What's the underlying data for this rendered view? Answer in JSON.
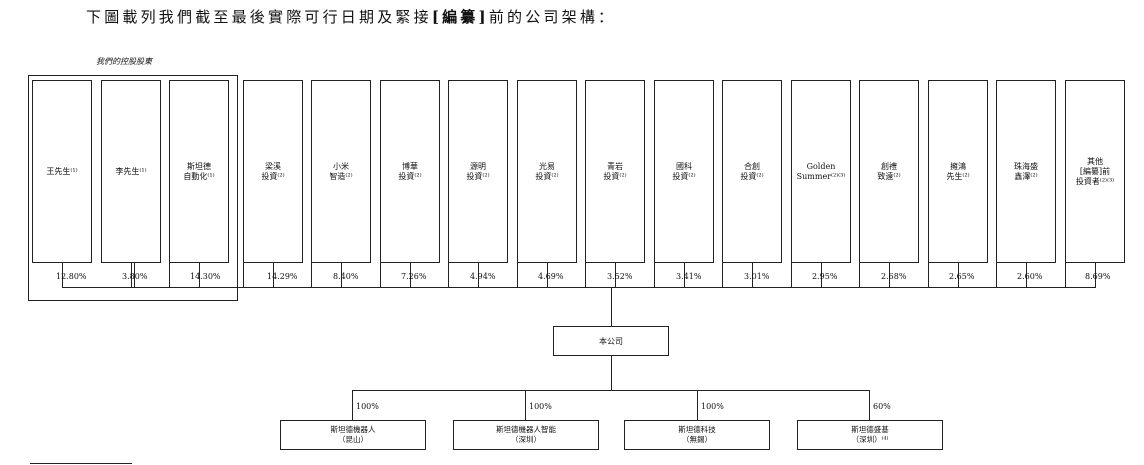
{
  "intro": {
    "before": "下圖載列我們截至最後實際可行日期及緊接",
    "redacted": "[編纂]",
    "after": "前的公司架構："
  },
  "controlling_label": "我們的控股股東",
  "shareholders": [
    {
      "name": "王先生⁽¹⁾",
      "pct": "12.80%"
    },
    {
      "name": "李先生⁽¹⁾",
      "pct": "3.80%"
    },
    {
      "name": "斯坦德\n自動化⁽¹⁾",
      "pct": "14.30%"
    },
    {
      "name": "梁溪\n投資⁽²⁾",
      "pct": "14.29%"
    },
    {
      "name": "小米\n智造⁽²⁾",
      "pct": "8.40%"
    },
    {
      "name": "博華\n投資⁽²⁾",
      "pct": "7.26%"
    },
    {
      "name": "源明\n投資⁽²⁾",
      "pct": "4.94%"
    },
    {
      "name": "光易\n投資⁽²⁾",
      "pct": "4.69%"
    },
    {
      "name": "青岩\n投資⁽²⁾",
      "pct": "3.52%"
    },
    {
      "name": "國科\n投資⁽²⁾",
      "pct": "3.41%"
    },
    {
      "name": "合創\n投資⁽²⁾",
      "pct": "3.01%"
    },
    {
      "name": "Golden\nSummer⁽²⁾⁽³⁾",
      "pct": "2.95%"
    },
    {
      "name": "創禮\n致遠⁽²⁾",
      "pct": "2.68%"
    },
    {
      "name": "擁鴻\n先生⁽²⁾",
      "pct": "2.65%"
    },
    {
      "name": "珠海盛\n鑫澤⁽²⁾",
      "pct": "2.60%"
    },
    {
      "name": "其他\n[編纂]前\n投資者⁽²⁾⁽³⁾",
      "pct": "8.69%"
    }
  ],
  "company": "本公司",
  "subsidiaries": [
    {
      "name": "斯坦德機器人\n（昆山）",
      "pct": "100%"
    },
    {
      "name": "斯坦德機器人智能\n（深圳）",
      "pct": "100%"
    },
    {
      "name": "斯坦德科技\n（無錫）",
      "pct": "100%"
    },
    {
      "name": "斯坦德盛基\n（深圳）⁽⁴⁾",
      "pct": "60%"
    }
  ]
}
